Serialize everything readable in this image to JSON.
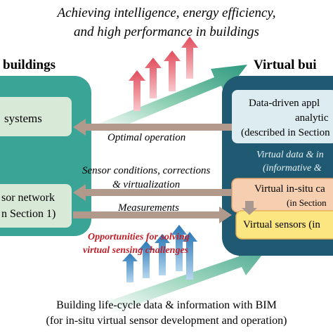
{
  "header": {
    "line1": "Achieving intelligence, energy efficiency,",
    "line2": "and high performance in buildings"
  },
  "left_panel": {
    "title": "buildings",
    "box1": "systems",
    "box2_line1": "sor network",
    "box2_line2": "n Section 1)"
  },
  "right_panel": {
    "title": "Virtual bui",
    "app_line1": "Data-driven appl",
    "app_line2": "analytic",
    "app_line3": "(described in Section",
    "vd_line1": "Virtual data & in",
    "vd_line2": "(informative &",
    "insitu_line1": "Virtual in-situ ca",
    "insitu_line2": "(in Section",
    "vsensors": "Virtual sensors (in"
  },
  "arrows": {
    "optimal": "Optimal operation",
    "sensor_line1": "Sensor conditions, corrections",
    "sensor_line2": "& virtualization",
    "measurements": "Measurements"
  },
  "opportunities": {
    "line1": "Opportunities for solving",
    "line2": "virtual sensing challenges"
  },
  "footer": {
    "line1": "Building life-cycle data & information with BIM",
    "line2": "(for in-situ virtual sensor development and operation)"
  },
  "colors": {
    "left_panel": "#3aa597",
    "left_box": "#d8ead7",
    "right_panel": "#1f5a72",
    "right_box": "#dcecf1",
    "insitu_box": "#f6cfb0",
    "vsensors_box": "#fbe682",
    "arrow_tan": "#b19a8c",
    "red_arrow": "#e66e78",
    "blue_arrow": "#3f8fc6",
    "opportunities_text": "#c0202a"
  }
}
